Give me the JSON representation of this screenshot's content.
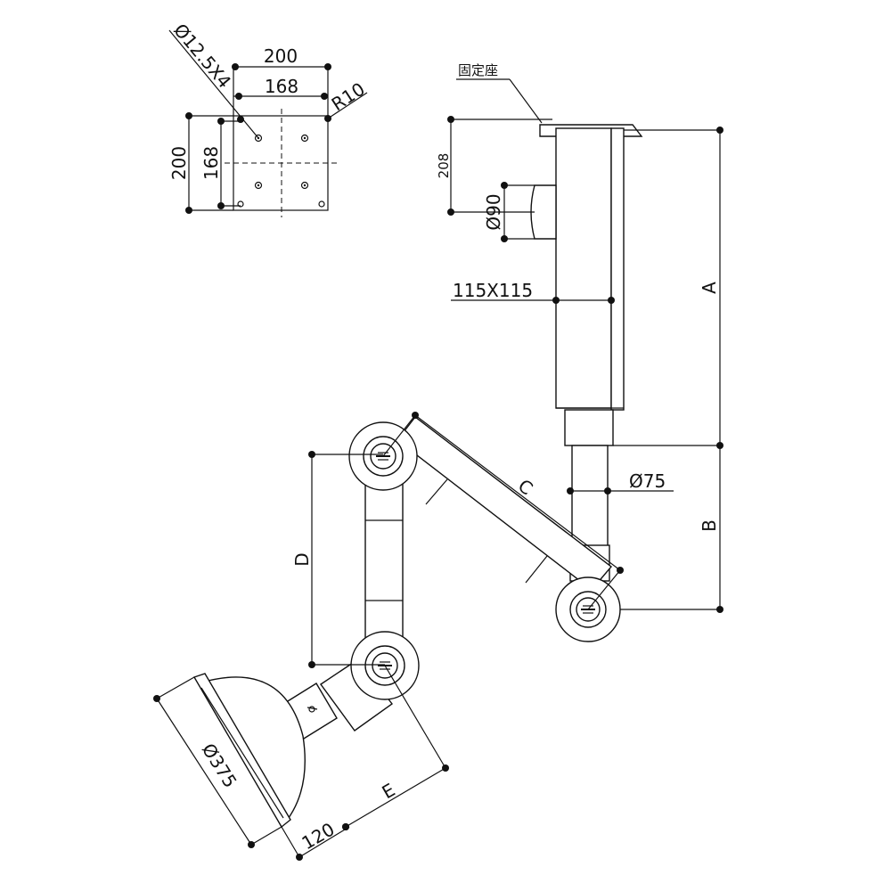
{
  "base_plate": {
    "outer_width": "200",
    "hole_spacing_x": "168",
    "outer_height": "200",
    "hole_spacing_y": "168",
    "holes": "Ø12.5X4",
    "corner_radius": "R10"
  },
  "mount": {
    "fixed_seat_label": "固定座",
    "height_208": "208",
    "diameter_90": "Ø90",
    "column_section": "115X115",
    "dim_a": "A",
    "dim_b": "B",
    "diameter_75": "Ø75"
  },
  "arm": {
    "dim_c": "C",
    "dim_d": "D",
    "dim_e": "E",
    "hood_diameter": "Ø375",
    "hood_depth": "120"
  }
}
